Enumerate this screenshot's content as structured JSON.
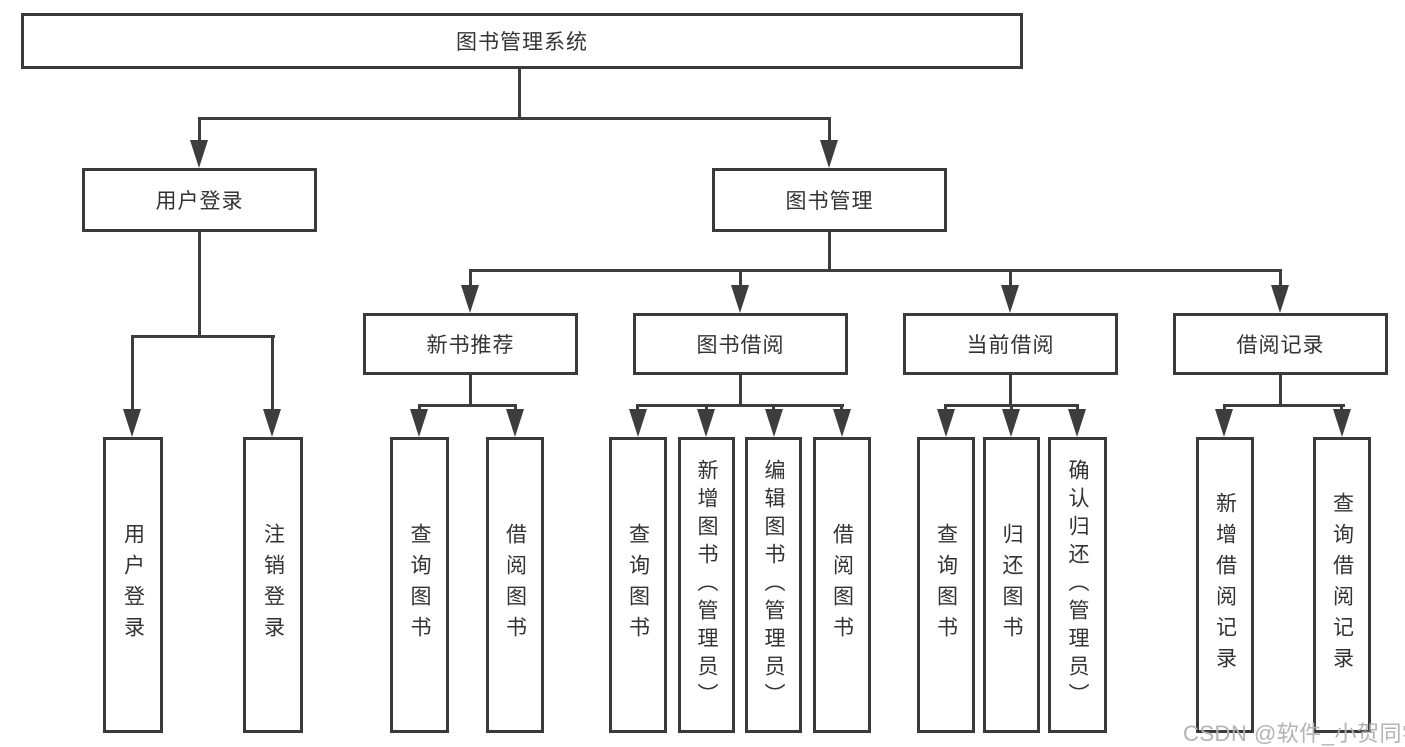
{
  "tree": {
    "root": "图书管理系统",
    "level2": [
      "用户登录",
      "图书管理"
    ],
    "level3": [
      "新书推荐",
      "图书借阅",
      "当前借阅",
      "借阅记录"
    ],
    "leaves": {
      "login": [
        "用户登录",
        "注销登录"
      ],
      "newbook": [
        "查询图书",
        "借阅图书"
      ],
      "borrow": [
        "查询图书",
        "新增图书（管理员）",
        "编辑图书（管理员）",
        "借阅图书"
      ],
      "current": [
        "查询图书",
        "归还图书",
        "确认归还（管理员）"
      ],
      "records": [
        "新增借阅记录",
        "查询借阅记录"
      ]
    }
  },
  "watermark": "CSDN @软件_小贺同学",
  "colors": {
    "line": "#3d3d3d",
    "border": "#3a3a3a",
    "text": "#333333",
    "watermark": "#b3b3b3",
    "background": "#ffffff"
  }
}
